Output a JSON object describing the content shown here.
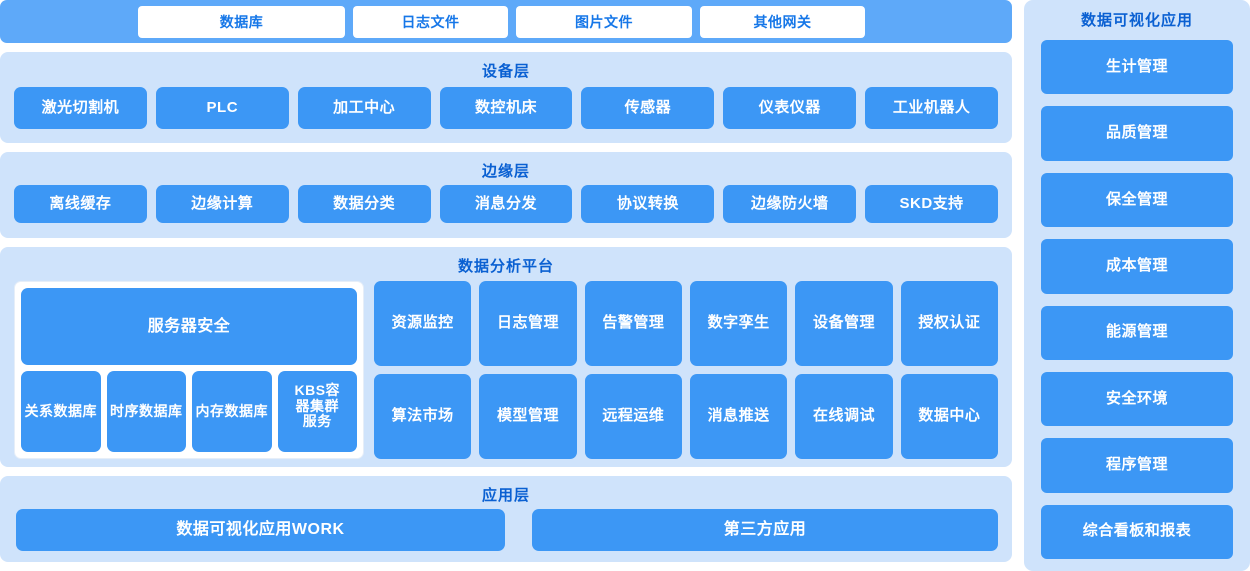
{
  "gateway_bar": {
    "items": [
      {
        "label": "数据库"
      },
      {
        "label": "日志文件"
      },
      {
        "label": "图片文件"
      },
      {
        "label": "其他网关"
      }
    ]
  },
  "device_layer": {
    "title": "设备层",
    "items": [
      {
        "label": "激光切割机"
      },
      {
        "label": "PLC"
      },
      {
        "label": "加工中心"
      },
      {
        "label": "数控机床"
      },
      {
        "label": "传感器"
      },
      {
        "label": "仪表仪器"
      },
      {
        "label": "工业机器人"
      }
    ]
  },
  "edge_layer": {
    "title": "边缘层",
    "items": [
      {
        "label": "离线缓存"
      },
      {
        "label": "边缘计算"
      },
      {
        "label": "数据分类"
      },
      {
        "label": "消息分发"
      },
      {
        "label": "协议转换"
      },
      {
        "label": "边缘防火墙"
      },
      {
        "label": "SKD支持"
      }
    ]
  },
  "analysis_platform": {
    "title": "数据分析平台",
    "server_security": {
      "label": "服务器安全"
    },
    "databases": [
      {
        "line1": "关系",
        "line2": "数据库"
      },
      {
        "line1": "时序",
        "line2": "数据库"
      },
      {
        "line1": "内存",
        "line2": "数据库"
      },
      {
        "line1": "KBS容",
        "line2": "器集群",
        "line3": "服务"
      }
    ],
    "functions": [
      {
        "line1": "资源",
        "line2": "监控"
      },
      {
        "line1": "日志",
        "line2": "管理"
      },
      {
        "line1": "告警",
        "line2": "管理"
      },
      {
        "line1": "数字",
        "line2": "孪生"
      },
      {
        "line1": "设备",
        "line2": "管理"
      },
      {
        "line1": "授权",
        "line2": "认证"
      },
      {
        "line1": "算法",
        "line2": "市场"
      },
      {
        "line1": "模型",
        "line2": "管理"
      },
      {
        "line1": "远程",
        "line2": "运维"
      },
      {
        "line1": "消息",
        "line2": "推送"
      },
      {
        "line1": "在线",
        "line2": "调试"
      },
      {
        "line1": "数据",
        "line2": "中心"
      }
    ]
  },
  "application_layer": {
    "title": "应用层",
    "items": [
      {
        "label": "数据可视化应用WORK"
      },
      {
        "label": "第三方应用"
      }
    ]
  },
  "visualization_sidebar": {
    "title": "数据可视化应用",
    "items": [
      {
        "label": "生计管理"
      },
      {
        "label": "品质管理"
      },
      {
        "label": "保全管理"
      },
      {
        "label": "成本管理"
      },
      {
        "label": "能源管理"
      },
      {
        "label": "安全环境"
      },
      {
        "label": "程序管理"
      },
      {
        "label": "综合看板和报表"
      }
    ]
  },
  "colors": {
    "panel_bg": "#CFE3FB",
    "chip_blue": "#3C97F5",
    "bar_blue": "#5EA9F9",
    "title_blue": "#0A60D2",
    "white": "#FFFFFF"
  }
}
